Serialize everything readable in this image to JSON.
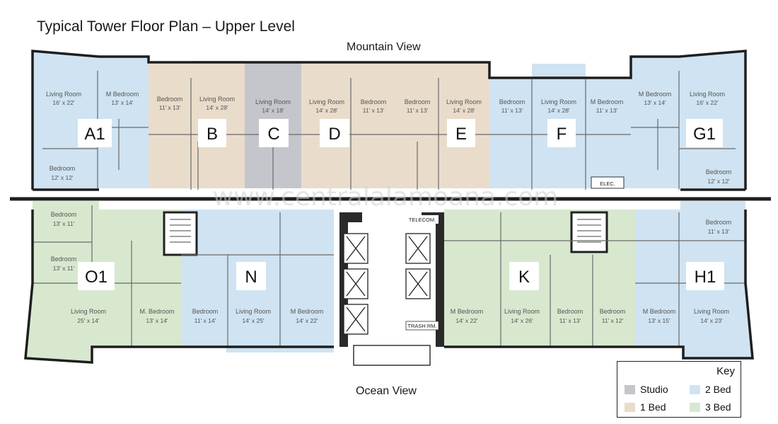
{
  "title": "Typical Tower Floor Plan – Upper Level",
  "views": {
    "top": "Mountain View",
    "bottom": "Ocean View"
  },
  "watermark": "www.centralalamoana.com",
  "colors": {
    "studio": "#c4c6cc",
    "one_bed": "#eadccb",
    "two_bed": "#cfe3f2",
    "three_bed": "#d7e8cf",
    "wall": "#1e1e1e",
    "corridor": "#ffffff"
  },
  "units": [
    {
      "id": "A1",
      "type": "two_bed",
      "rooms": [
        {
          "name": "Living Room",
          "dim": "16' x 22'"
        },
        {
          "name": "M Bedroom",
          "dim": "13' x 14'"
        },
        {
          "name": "Bedroom",
          "dim": "12' x 12'"
        }
      ]
    },
    {
      "id": "B",
      "type": "one_bed",
      "rooms": [
        {
          "name": "Bedroom",
          "dim": "11' x 13'"
        },
        {
          "name": "Living Room",
          "dim": "14' x 28'"
        }
      ]
    },
    {
      "id": "C",
      "type": "studio",
      "rooms": [
        {
          "name": "Living Room",
          "dim": "14' x 18'"
        }
      ]
    },
    {
      "id": "D",
      "type": "one_bed",
      "rooms": [
        {
          "name": "Living Room",
          "dim": "14' x 28'"
        },
        {
          "name": "Bedroom",
          "dim": "11' x 13'"
        }
      ]
    },
    {
      "id": "E",
      "type": "one_bed",
      "rooms": [
        {
          "name": "Bedroom",
          "dim": "11' x 13'"
        },
        {
          "name": "Living Room",
          "dim": "14' x 28'"
        }
      ]
    },
    {
      "id": "F",
      "type": "two_bed",
      "rooms": [
        {
          "name": "Bedroom",
          "dim": "11' x 13'"
        },
        {
          "name": "Living Room",
          "dim": "14' x 28'"
        },
        {
          "name": "M Bedroom",
          "dim": "11' x 13'"
        }
      ]
    },
    {
      "id": "G1",
      "type": "two_bed",
      "rooms": [
        {
          "name": "M Bedroom",
          "dim": "13' x 14'"
        },
        {
          "name": "Living Room",
          "dim": "16' x 22'"
        },
        {
          "name": "Bedroom",
          "dim": "12' x 12'"
        }
      ]
    },
    {
      "id": "O1",
      "type": "three_bed",
      "rooms": [
        {
          "name": "Bedroom",
          "dim": "13' x 11'"
        },
        {
          "name": "Bedroom",
          "dim": "13' x 11'"
        },
        {
          "name": "Living Room",
          "dim": "25' x 14'"
        },
        {
          "name": "M. Bedroom",
          "dim": "13' x 14'"
        }
      ]
    },
    {
      "id": "N",
      "type": "two_bed",
      "rooms": [
        {
          "name": "Bedroom",
          "dim": "11' x 14'"
        },
        {
          "name": "Living Room",
          "dim": "14' x 25'"
        },
        {
          "name": "M Bedroom",
          "dim": "14' x 22'"
        }
      ]
    },
    {
      "id": "K",
      "type": "three_bed",
      "rooms": [
        {
          "name": "M Bedroom",
          "dim": "14' x 22'"
        },
        {
          "name": "Living Room",
          "dim": "14' x 26'"
        },
        {
          "name": "Bedroom",
          "dim": "11' x 13'"
        },
        {
          "name": "Bedroom",
          "dim": "11' x 12'"
        }
      ]
    },
    {
      "id": "H1",
      "type": "two_bed",
      "rooms": [
        {
          "name": "Bedroom",
          "dim": "11' x 13'"
        },
        {
          "name": "M Bedroom",
          "dim": "13' x 15'"
        },
        {
          "name": "Living Room",
          "dim": "14' x 23'"
        }
      ]
    }
  ],
  "service_labels": {
    "elec": "ELEC.",
    "telecom": "TELECOM.",
    "trash": "TRASH RM."
  },
  "key": {
    "title": "Key",
    "items": [
      {
        "label": "Studio",
        "color": "#c4c6cc"
      },
      {
        "label": "2 Bed",
        "color": "#cfe3f2"
      },
      {
        "label": "1 Bed",
        "color": "#eadccb"
      },
      {
        "label": "3 Bed",
        "color": "#d7e8cf"
      }
    ]
  }
}
